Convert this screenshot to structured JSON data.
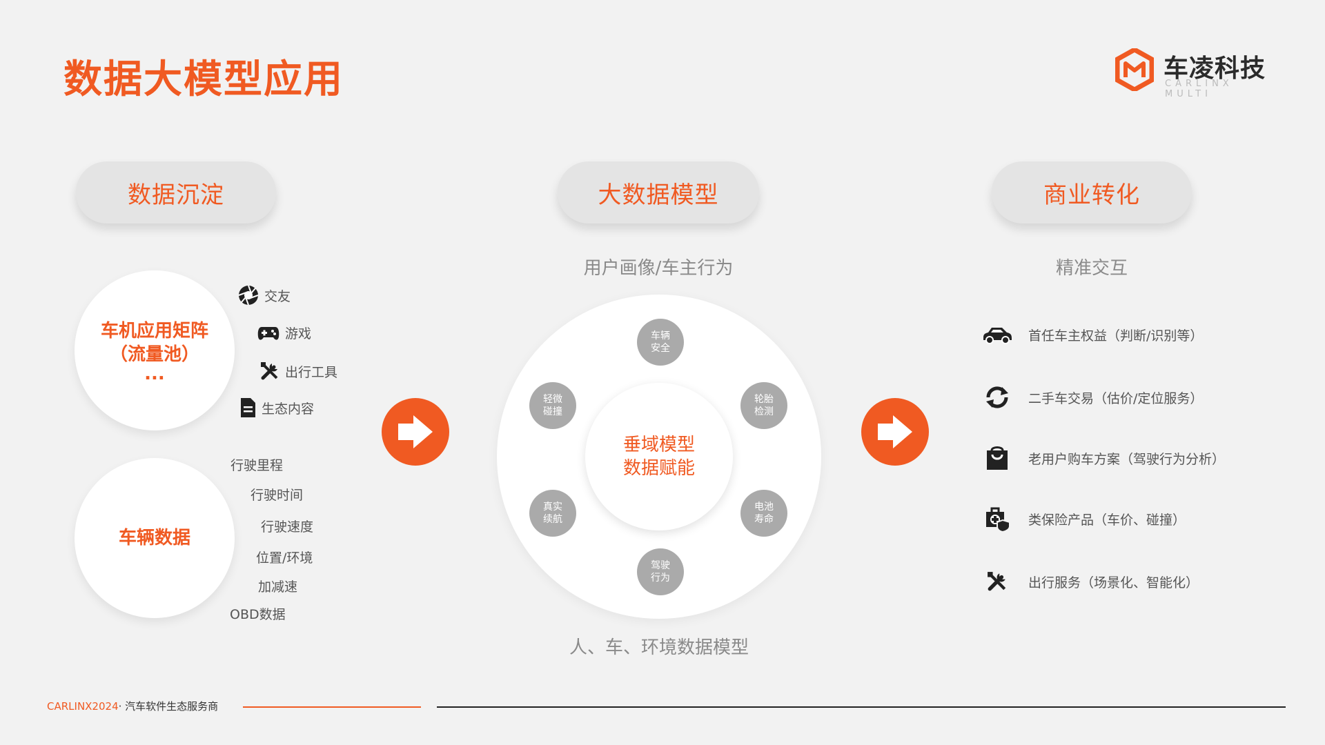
{
  "page": {
    "title": "数据大模型应用"
  },
  "brand": {
    "name": "车凌科技",
    "subtitle": "CARLINX MULTI",
    "accent": "#f05a22"
  },
  "sections": {
    "left": {
      "pill": "数据沉淀",
      "circle1": {
        "line1": "车机应用矩阵",
        "line2": "（流量池）",
        "line3": "..."
      },
      "apps": [
        {
          "label": "交友",
          "icon": "aperture-icon"
        },
        {
          "label": "游戏",
          "icon": "gamepad-icon"
        },
        {
          "label": "出行工具",
          "icon": "tools-icon"
        },
        {
          "label": "生态内容",
          "icon": "document-icon"
        }
      ],
      "circle2": {
        "label": "车辆数据"
      },
      "vehicle_data": [
        "行驶里程",
        "行驶时间",
        "行驶速度",
        "位置/环境",
        "加减速",
        "OBD数据"
      ]
    },
    "middle": {
      "pill": "大数据模型",
      "subtitle_top": "用户画像/车主行为",
      "center": {
        "line1": "垂域模型",
        "line2": "数据赋能"
      },
      "nodes": [
        {
          "l1": "车辆",
          "l2": "安全"
        },
        {
          "l1": "轮胎",
          "l2": "检测"
        },
        {
          "l1": "电池",
          "l2": "寿命"
        },
        {
          "l1": "驾驶",
          "l2": "行为"
        },
        {
          "l1": "真实",
          "l2": "续航"
        },
        {
          "l1": "轻微",
          "l2": "碰撞"
        }
      ],
      "subtitle_bottom": "人、车、环境数据模型"
    },
    "right": {
      "pill": "商业转化",
      "subtitle": "精准交互",
      "items": [
        {
          "label": "首任车主权益（判断/识别等）",
          "icon": "car-icon"
        },
        {
          "label": "二手车交易（估价/定位服务）",
          "icon": "refresh-icon"
        },
        {
          "label": "老用户购车方案（驾驶行为分析）",
          "icon": "bag-icon"
        },
        {
          "label": "类保险产品（车价、碰撞）",
          "icon": "medical-shield-icon"
        },
        {
          "label": "出行服务（场景化、智能化）",
          "icon": "tools-icon"
        }
      ]
    }
  },
  "footer": {
    "brand": "CARLINX2024",
    "text": "· 汽车软件生态服务商"
  }
}
